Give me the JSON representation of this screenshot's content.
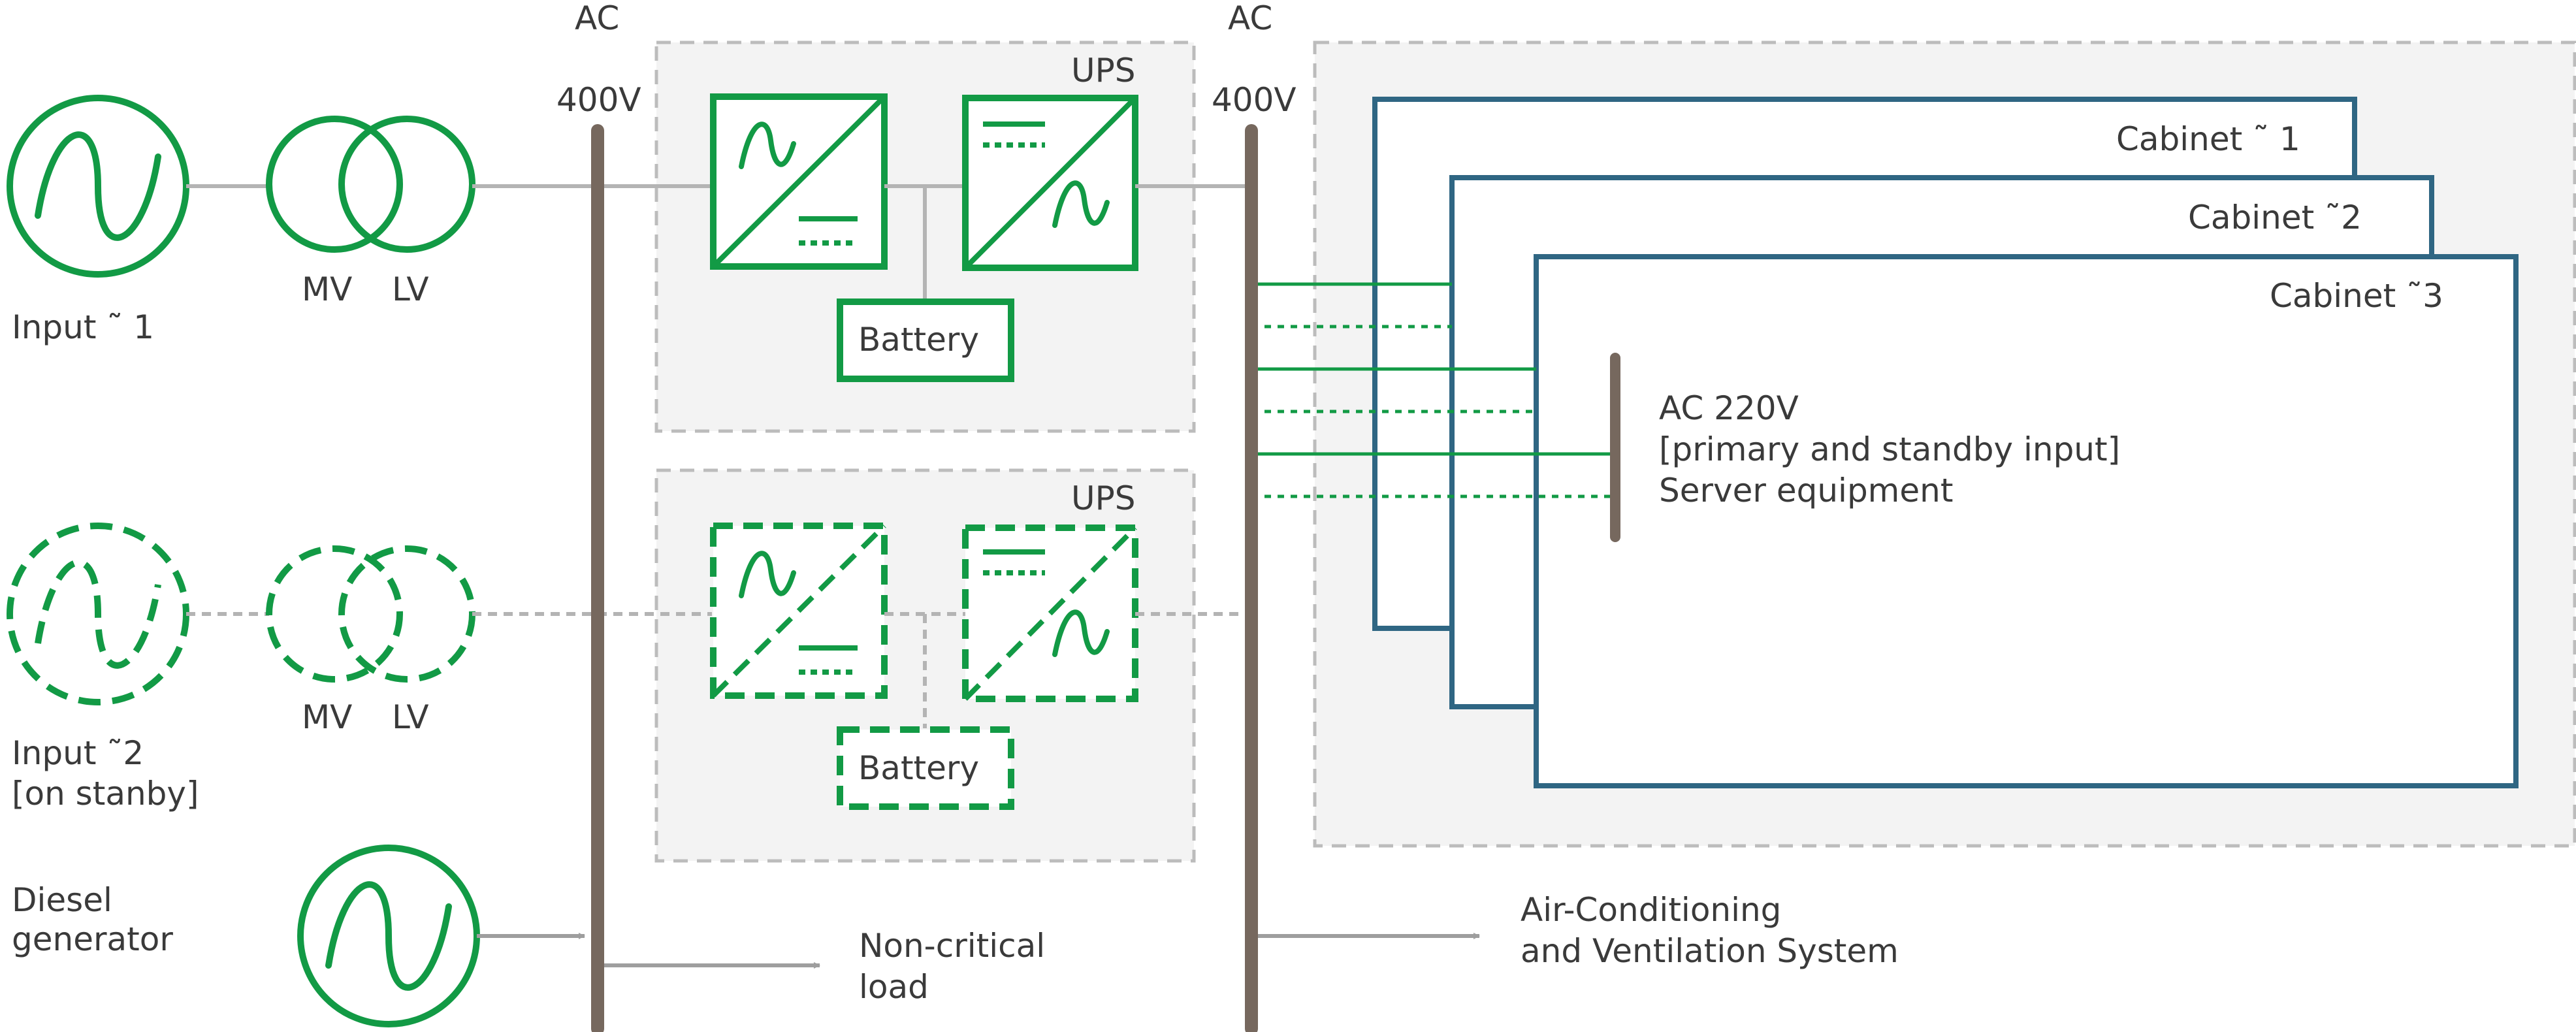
{
  "colors": {
    "green": "#129a45",
    "cabinet_blue": "#2f6683",
    "bus_brown": "#76685e",
    "line_gray": "#b4b4b4",
    "panel_gray": "#f3f3f3",
    "panel_border": "#bcbcbc",
    "text": "#3a3a3a"
  },
  "inputs": {
    "input1_label": "Input ˜ 1",
    "input2_label_line1": "Input ˜2",
    "input2_label_line2": "[on stanby]",
    "diesel_label_line1": "Diesel",
    "diesel_label_line2": "generator"
  },
  "transformers": {
    "mv_label": "MV",
    "lv_label": "LV"
  },
  "bus_left": {
    "ac_label": "AC",
    "voltage_label": "400V"
  },
  "bus_right": {
    "ac_label": "AC",
    "voltage_label": "400V"
  },
  "ups_primary": {
    "title": "UPS",
    "battery_label": "Battery"
  },
  "ups_standby": {
    "title": "UPS",
    "battery_label": "Battery"
  },
  "cabinets": {
    "cabinet1_label": "Cabinet ˜ 1",
    "cabinet2_label": "Cabinet ˜2",
    "cabinet3_label": "Cabinet ˜3",
    "server_line1": "AC 220V",
    "server_line2": "[primary and standby input]",
    "server_line3": "Server equipment"
  },
  "loads": {
    "noncritical_line1": "Non-critical",
    "noncritical_line2": "load",
    "hvac_line1": "Air-Conditioning",
    "hvac_line2": "and Ventilation System"
  }
}
